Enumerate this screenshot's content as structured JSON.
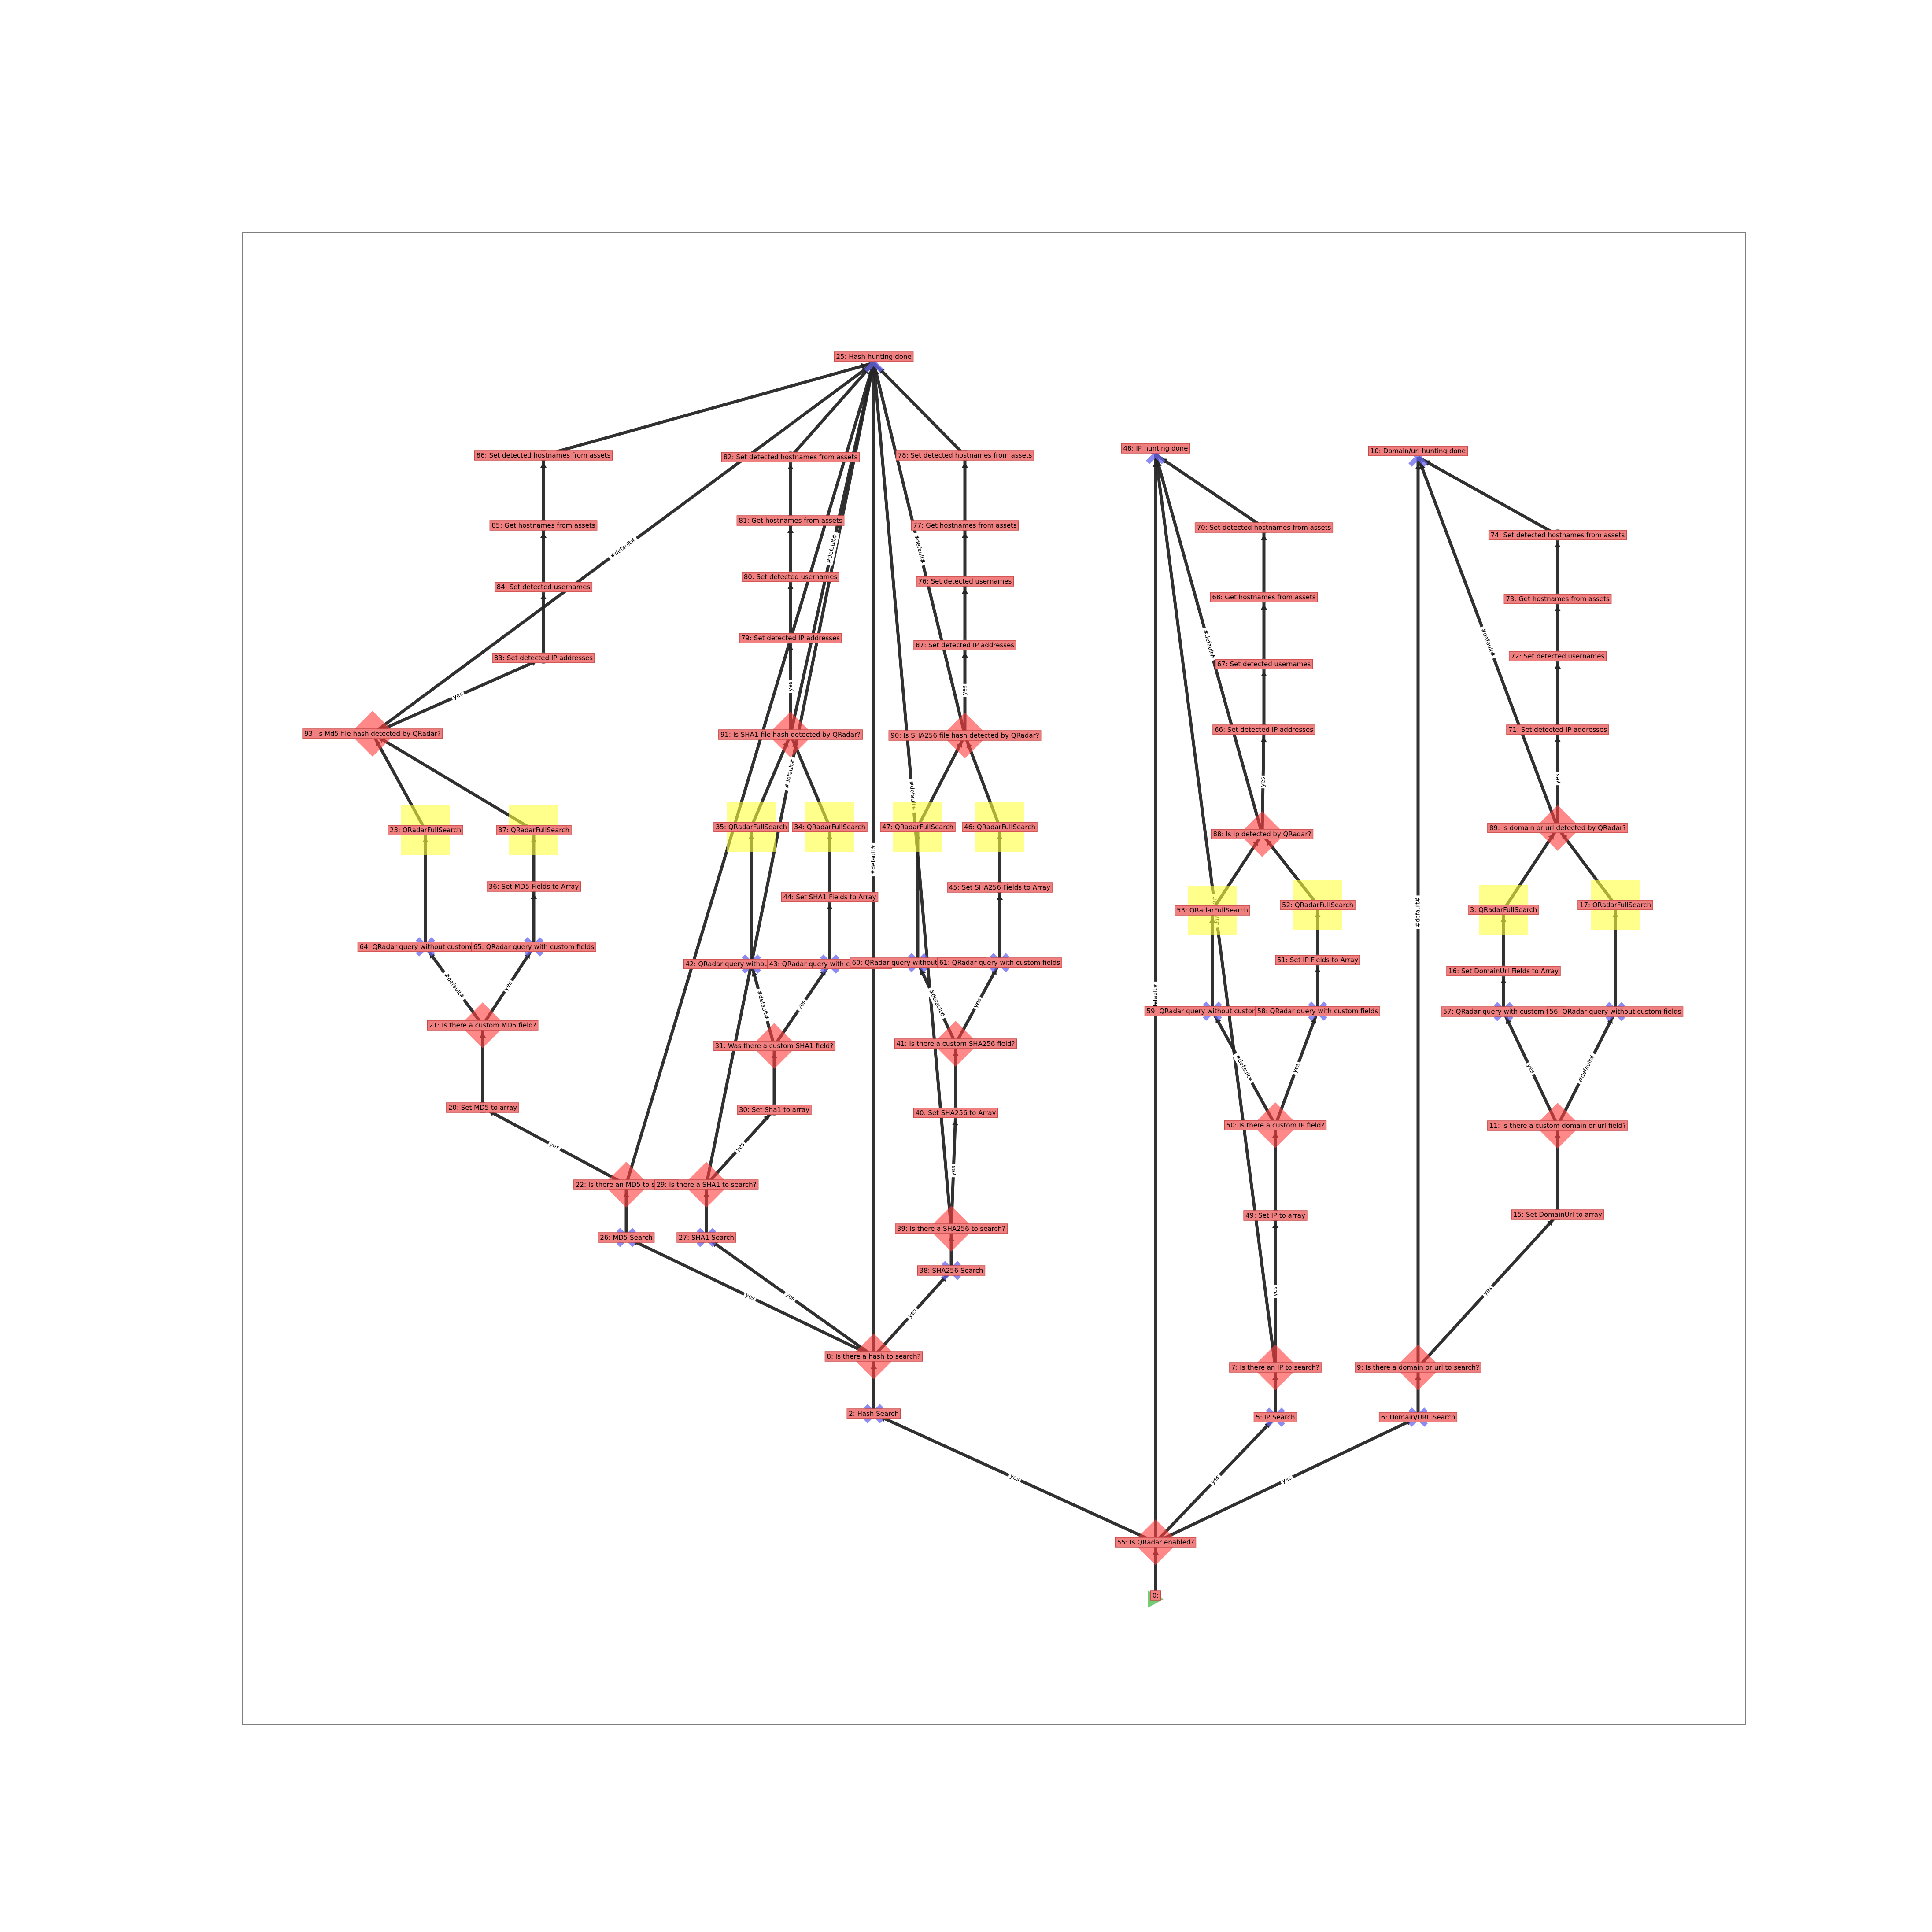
{
  "colors": {
    "condition": "#ff4040",
    "task": "#555555",
    "playbook": "#ffff40",
    "start": "#44bb44",
    "section": "#6666ee",
    "edge": "#262626",
    "label_bg": "#f08080"
  },
  "nodes": [
    {
      "id": "25",
      "label": "25: Hash hunting done",
      "shape": "section"
    },
    {
      "id": "86",
      "label": "86: Set detected hostnames from assets",
      "shape": "task"
    },
    {
      "id": "85",
      "label": "85: Get hostnames from assets",
      "shape": "task"
    },
    {
      "id": "84",
      "label": "84: Set detected usernames",
      "shape": "task"
    },
    {
      "id": "83",
      "label": "83: Set detected IP addresses",
      "shape": "task"
    },
    {
      "id": "93",
      "label": "93: Is Md5 file hash detected by QRadar?",
      "shape": "condition"
    },
    {
      "id": "23",
      "label": "23: QRadarFullSearch",
      "shape": "playbook"
    },
    {
      "id": "37",
      "label": "37: QRadarFullSearch",
      "shape": "playbook"
    },
    {
      "id": "36",
      "label": "36: Set MD5 Fields to Array",
      "shape": "task"
    },
    {
      "id": "64",
      "label": "64: QRadar query without custom fields",
      "shape": "section"
    },
    {
      "id": "65",
      "label": "65: QRadar query with custom fields",
      "shape": "section"
    },
    {
      "id": "21",
      "label": "21: Is there a custom MD5 field?",
      "shape": "condition"
    },
    {
      "id": "20",
      "label": "20: Set MD5 to array",
      "shape": "task"
    },
    {
      "id": "22",
      "label": "22: Is there an MD5 to search?",
      "shape": "condition"
    },
    {
      "id": "26",
      "label": "26: MD5 Search",
      "shape": "section"
    },
    {
      "id": "82",
      "label": "82: Set detected hostnames from assets",
      "shape": "task"
    },
    {
      "id": "81",
      "label": "81: Get hostnames from assets",
      "shape": "task"
    },
    {
      "id": "80",
      "label": "80: Set detected usernames",
      "shape": "task"
    },
    {
      "id": "79",
      "label": "79: Set detected IP addresses",
      "shape": "task"
    },
    {
      "id": "91",
      "label": "91: Is SHA1 file hash detected by QRadar?",
      "shape": "condition"
    },
    {
      "id": "35",
      "label": "35: QRadarFullSearch",
      "shape": "playbook"
    },
    {
      "id": "34",
      "label": "34: QRadarFullSearch",
      "shape": "playbook"
    },
    {
      "id": "44",
      "label": "44: Set SHA1 Fields to Array",
      "shape": "task"
    },
    {
      "id": "42",
      "label": "42: QRadar query without custom fields",
      "shape": "section"
    },
    {
      "id": "43",
      "label": "43: QRadar query with custom fields",
      "shape": "section"
    },
    {
      "id": "31",
      "label": "31: Was there a custom SHA1 field?",
      "shape": "condition"
    },
    {
      "id": "30",
      "label": "30: Set Sha1 to array",
      "shape": "task"
    },
    {
      "id": "29",
      "label": "29: Is there a SHA1 to search?",
      "shape": "condition"
    },
    {
      "id": "27",
      "label": "27: SHA1 Search",
      "shape": "section"
    },
    {
      "id": "78",
      "label": "78: Set detected hostnames from assets",
      "shape": "task"
    },
    {
      "id": "77",
      "label": "77: Get hostnames from assets",
      "shape": "task"
    },
    {
      "id": "76",
      "label": "76: Set detected usernames",
      "shape": "task"
    },
    {
      "id": "87",
      "label": "87: Set detected IP addresses",
      "shape": "task"
    },
    {
      "id": "90",
      "label": "90: Is SHA256 file hash detected by QRadar?",
      "shape": "condition"
    },
    {
      "id": "47",
      "label": "47: QRadarFullSearch",
      "shape": "playbook"
    },
    {
      "id": "46",
      "label": "46: QRadarFullSearch",
      "shape": "playbook"
    },
    {
      "id": "45",
      "label": "45: Set SHA256 Fields to Array",
      "shape": "task"
    },
    {
      "id": "60",
      "label": "60: QRadar query without custom fields",
      "shape": "section"
    },
    {
      "id": "61",
      "label": "61: QRadar query with custom fields",
      "shape": "section"
    },
    {
      "id": "41",
      "label": "41: Is there a custom SHA256 field?",
      "shape": "condition"
    },
    {
      "id": "40",
      "label": "40: Set SHA256 to Array",
      "shape": "task"
    },
    {
      "id": "39",
      "label": "39: Is there a SHA256 to search?",
      "shape": "condition"
    },
    {
      "id": "38",
      "label": "38: SHA256 Search",
      "shape": "section"
    },
    {
      "id": "8",
      "label": "8: Is there a hash to search?",
      "shape": "condition"
    },
    {
      "id": "2",
      "label": "2: Hash Search",
      "shape": "section"
    },
    {
      "id": "48",
      "label": "48: IP hunting done",
      "shape": "section"
    },
    {
      "id": "70",
      "label": "70: Set detected hostnames from assets",
      "shape": "task"
    },
    {
      "id": "68",
      "label": "68: Get hostnames from assets",
      "shape": "task"
    },
    {
      "id": "67",
      "label": "67: Set detected usernames",
      "shape": "task"
    },
    {
      "id": "66",
      "label": "66: Set detected IP addresses",
      "shape": "task"
    },
    {
      "id": "88",
      "label": "88: Is ip detected by QRadar?",
      "shape": "condition"
    },
    {
      "id": "53",
      "label": "53: QRadarFullSearch",
      "shape": "playbook"
    },
    {
      "id": "52",
      "label": "52: QRadarFullSearch",
      "shape": "playbook"
    },
    {
      "id": "51",
      "label": "51: Set IP Fields to Array",
      "shape": "task"
    },
    {
      "id": "59",
      "label": "59: QRadar query without custom fields",
      "shape": "section"
    },
    {
      "id": "58",
      "label": "58: QRadar query with custom fields",
      "shape": "section"
    },
    {
      "id": "50",
      "label": "50: Is there a custom IP field?",
      "shape": "condition"
    },
    {
      "id": "49",
      "label": "49: Set IP to array",
      "shape": "task"
    },
    {
      "id": "7",
      "label": "7: Is there an IP to search?",
      "shape": "condition"
    },
    {
      "id": "5",
      "label": "5: IP Search",
      "shape": "section"
    },
    {
      "id": "10",
      "label": "10: Domain/url hunting done",
      "shape": "section"
    },
    {
      "id": "74",
      "label": "74: Set detected hostnames from assets",
      "shape": "task"
    },
    {
      "id": "73",
      "label": "73: Get hostnames from assets",
      "shape": "task"
    },
    {
      "id": "72",
      "label": "72: Set detected usernames",
      "shape": "task"
    },
    {
      "id": "71",
      "label": "71: Set detected IP addresses",
      "shape": "task"
    },
    {
      "id": "89",
      "label": "89: Is domain or url detected by QRadar?",
      "shape": "condition"
    },
    {
      "id": "3",
      "label": "3: QRadarFullSearch",
      "shape": "playbook"
    },
    {
      "id": "17",
      "label": "17: QRadarFullSearch",
      "shape": "playbook"
    },
    {
      "id": "16",
      "label": "16: Set DomainUrl Fields to Array",
      "shape": "task"
    },
    {
      "id": "57",
      "label": "57: QRadar query with custom fields",
      "shape": "section"
    },
    {
      "id": "56",
      "label": "56: QRadar query without custom fields",
      "shape": "section"
    },
    {
      "id": "11",
      "label": "11: Is there a custom domain or url field?",
      "shape": "condition"
    },
    {
      "id": "15",
      "label": "15: Set DomainUrl to array",
      "shape": "task"
    },
    {
      "id": "9",
      "label": "9: Is there a domain or url to search?",
      "shape": "condition"
    },
    {
      "id": "6",
      "label": "6: Domain/URL Search",
      "shape": "section"
    },
    {
      "id": "55",
      "label": "55: Is QRadar enabled?",
      "shape": "condition"
    },
    {
      "id": "0",
      "label": "0:",
      "shape": "start"
    }
  ],
  "edges": [
    {
      "from": "0",
      "to": "55",
      "label": ""
    },
    {
      "from": "55",
      "to": "2",
      "label": "yes"
    },
    {
      "from": "55",
      "to": "5",
      "label": "yes"
    },
    {
      "from": "55",
      "to": "6",
      "label": "yes"
    },
    {
      "from": "55",
      "to": "48",
      "label": "#default#"
    },
    {
      "from": "2",
      "to": "8",
      "label": ""
    },
    {
      "from": "8",
      "to": "26",
      "label": "yes"
    },
    {
      "from": "8",
      "to": "27",
      "label": "yes"
    },
    {
      "from": "8",
      "to": "38",
      "label": "yes"
    },
    {
      "from": "8",
      "to": "25",
      "label": "#default#"
    },
    {
      "from": "26",
      "to": "22",
      "label": ""
    },
    {
      "from": "22",
      "to": "20",
      "label": "yes"
    },
    {
      "from": "22",
      "to": "25",
      "label": ""
    },
    {
      "from": "20",
      "to": "21",
      "label": ""
    },
    {
      "from": "21",
      "to": "64",
      "label": "#default#"
    },
    {
      "from": "21",
      "to": "65",
      "label": "yes"
    },
    {
      "from": "64",
      "to": "23",
      "label": ""
    },
    {
      "from": "65",
      "to": "36",
      "label": ""
    },
    {
      "from": "36",
      "to": "37",
      "label": ""
    },
    {
      "from": "23",
      "to": "93",
      "label": ""
    },
    {
      "from": "37",
      "to": "93",
      "label": ""
    },
    {
      "from": "93",
      "to": "83",
      "label": "yes"
    },
    {
      "from": "93",
      "to": "25",
      "label": "#default#"
    },
    {
      "from": "83",
      "to": "84",
      "label": ""
    },
    {
      "from": "84",
      "to": "85",
      "label": ""
    },
    {
      "from": "85",
      "to": "86",
      "label": ""
    },
    {
      "from": "86",
      "to": "25",
      "label": ""
    },
    {
      "from": "27",
      "to": "29",
      "label": ""
    },
    {
      "from": "29",
      "to": "30",
      "label": "yes"
    },
    {
      "from": "29",
      "to": "25",
      "label": "#default#"
    },
    {
      "from": "30",
      "to": "31",
      "label": ""
    },
    {
      "from": "31",
      "to": "42",
      "label": "#default#"
    },
    {
      "from": "31",
      "to": "43",
      "label": "yes"
    },
    {
      "from": "42",
      "to": "35",
      "label": ""
    },
    {
      "from": "43",
      "to": "44",
      "label": ""
    },
    {
      "from": "44",
      "to": "34",
      "label": ""
    },
    {
      "from": "35",
      "to": "91",
      "label": ""
    },
    {
      "from": "34",
      "to": "91",
      "label": ""
    },
    {
      "from": "91",
      "to": "79",
      "label": "yes"
    },
    {
      "from": "91",
      "to": "25",
      "label": "#default#"
    },
    {
      "from": "79",
      "to": "80",
      "label": ""
    },
    {
      "from": "80",
      "to": "81",
      "label": ""
    },
    {
      "from": "81",
      "to": "82",
      "label": ""
    },
    {
      "from": "82",
      "to": "25",
      "label": ""
    },
    {
      "from": "38",
      "to": "39",
      "label": ""
    },
    {
      "from": "39",
      "to": "40",
      "label": "yes"
    },
    {
      "from": "39",
      "to": "25",
      "label": "#default#"
    },
    {
      "from": "40",
      "to": "41",
      "label": ""
    },
    {
      "from": "41",
      "to": "60",
      "label": "#default#"
    },
    {
      "from": "41",
      "to": "61",
      "label": "yes"
    },
    {
      "from": "60",
      "to": "47",
      "label": ""
    },
    {
      "from": "61",
      "to": "45",
      "label": ""
    },
    {
      "from": "45",
      "to": "46",
      "label": ""
    },
    {
      "from": "47",
      "to": "90",
      "label": ""
    },
    {
      "from": "46",
      "to": "90",
      "label": ""
    },
    {
      "from": "90",
      "to": "87",
      "label": "yes"
    },
    {
      "from": "90",
      "to": "25",
      "label": "#default#"
    },
    {
      "from": "87",
      "to": "76",
      "label": ""
    },
    {
      "from": "76",
      "to": "77",
      "label": ""
    },
    {
      "from": "77",
      "to": "78",
      "label": ""
    },
    {
      "from": "78",
      "to": "25",
      "label": ""
    },
    {
      "from": "5",
      "to": "7",
      "label": ""
    },
    {
      "from": "7",
      "to": "49",
      "label": "yes"
    },
    {
      "from": "7",
      "to": "48",
      "label": "#default#"
    },
    {
      "from": "49",
      "to": "50",
      "label": ""
    },
    {
      "from": "50",
      "to": "59",
      "label": "#default#"
    },
    {
      "from": "50",
      "to": "58",
      "label": "yes"
    },
    {
      "from": "59",
      "to": "53",
      "label": ""
    },
    {
      "from": "58",
      "to": "51",
      "label": ""
    },
    {
      "from": "51",
      "to": "52",
      "label": ""
    },
    {
      "from": "53",
      "to": "88",
      "label": ""
    },
    {
      "from": "52",
      "to": "88",
      "label": ""
    },
    {
      "from": "88",
      "to": "66",
      "label": "yes"
    },
    {
      "from": "88",
      "to": "48",
      "label": "#default#"
    },
    {
      "from": "66",
      "to": "67",
      "label": ""
    },
    {
      "from": "67",
      "to": "68",
      "label": ""
    },
    {
      "from": "68",
      "to": "70",
      "label": ""
    },
    {
      "from": "70",
      "to": "48",
      "label": ""
    },
    {
      "from": "6",
      "to": "9",
      "label": ""
    },
    {
      "from": "9",
      "to": "15",
      "label": "yes"
    },
    {
      "from": "9",
      "to": "10",
      "label": "#default#"
    },
    {
      "from": "15",
      "to": "11",
      "label": ""
    },
    {
      "from": "11",
      "to": "57",
      "label": "yes"
    },
    {
      "from": "11",
      "to": "56",
      "label": "#default#"
    },
    {
      "from": "57",
      "to": "16",
      "label": ""
    },
    {
      "from": "16",
      "to": "3",
      "label": ""
    },
    {
      "from": "56",
      "to": "17",
      "label": ""
    },
    {
      "from": "3",
      "to": "89",
      "label": ""
    },
    {
      "from": "17",
      "to": "89",
      "label": ""
    },
    {
      "from": "89",
      "to": "71",
      "label": "yes"
    },
    {
      "from": "89",
      "to": "10",
      "label": "#default#"
    },
    {
      "from": "71",
      "to": "72",
      "label": ""
    },
    {
      "from": "72",
      "to": "73",
      "label": ""
    },
    {
      "from": "73",
      "to": "74",
      "label": ""
    },
    {
      "from": "74",
      "to": "10",
      "label": ""
    }
  ]
}
